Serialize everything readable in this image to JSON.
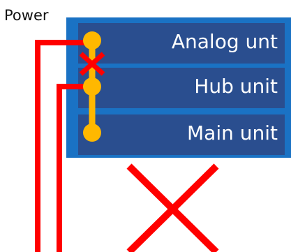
{
  "power_label": "Power",
  "units": [
    {
      "label": "Analog unt"
    },
    {
      "label": "Hub unit"
    },
    {
      "label": "Main unit"
    }
  ],
  "colors": {
    "rack": "#1a72c4",
    "unit": "#2a4e8f",
    "wire": "#ff0000",
    "connector": "#ffb800",
    "cross": "#ff0000"
  }
}
